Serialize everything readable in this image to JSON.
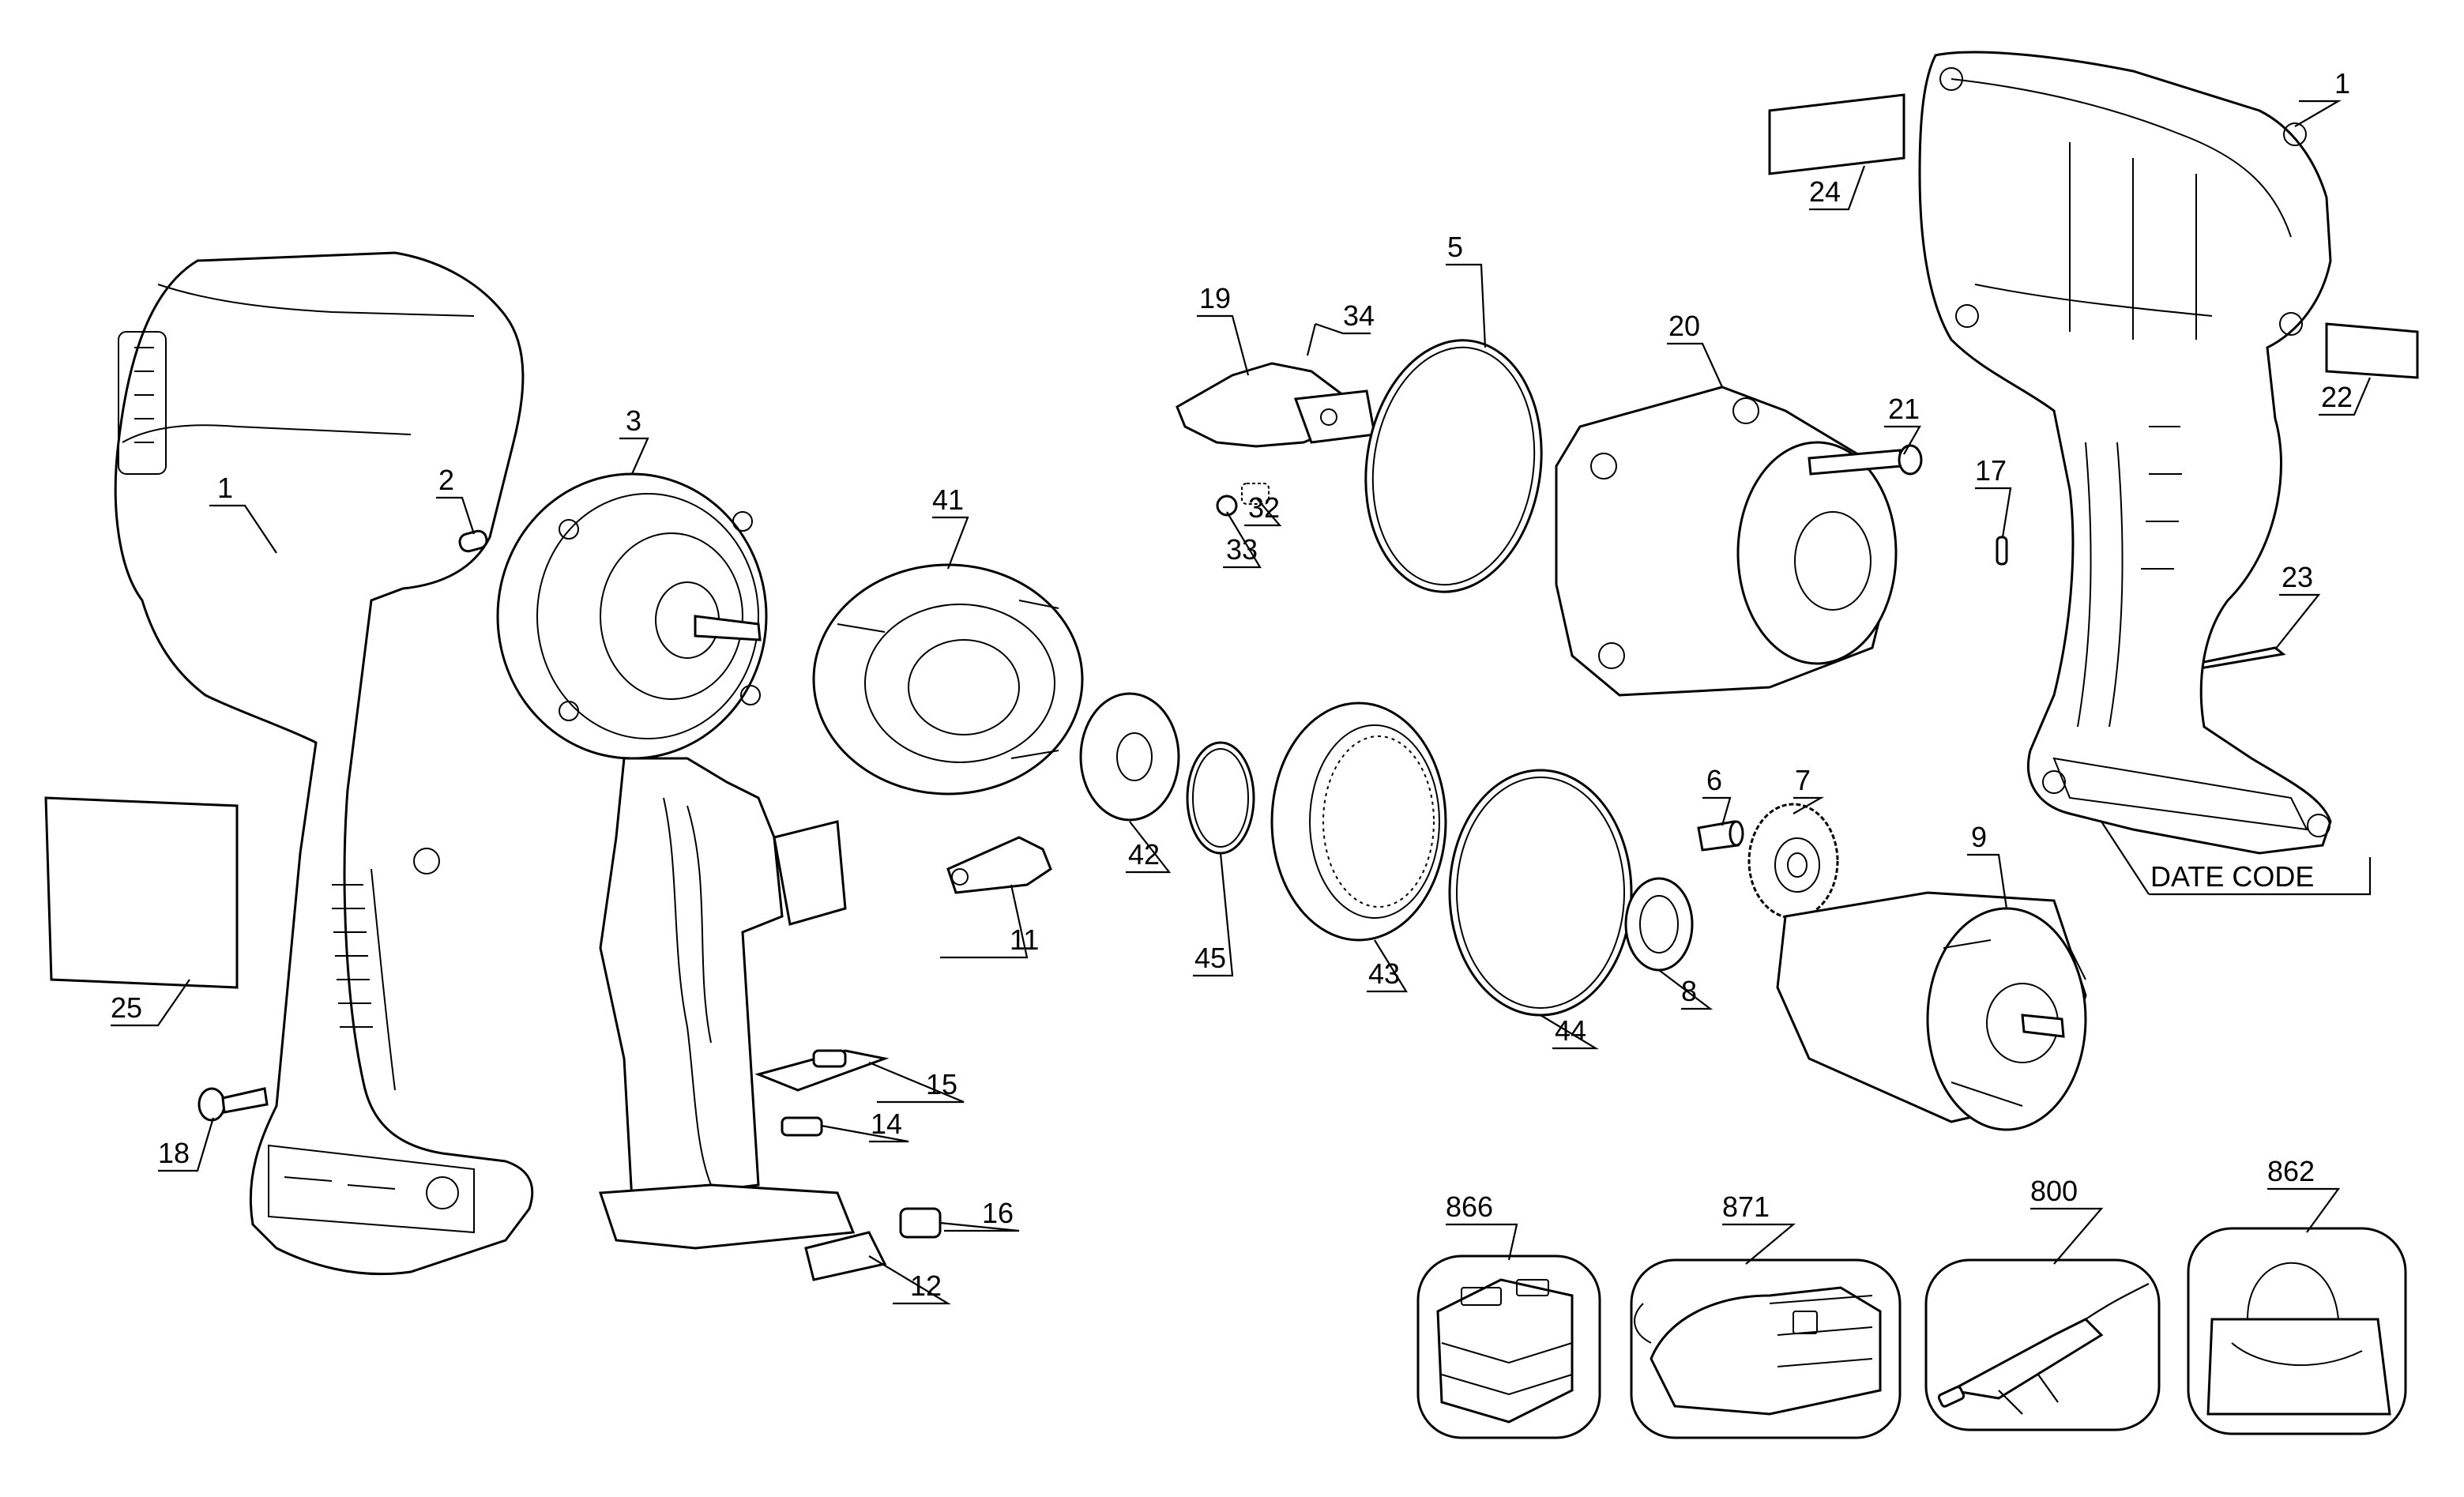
{
  "labels": {
    "p1a": "1",
    "p1b": "1",
    "p2": "2",
    "p3": "3",
    "p5": "5",
    "p6": "6",
    "p7": "7",
    "p8": "8",
    "p9": "9",
    "p11": "11",
    "p12": "12",
    "p14": "14",
    "p15": "15",
    "p16": "16",
    "p17": "17",
    "p18": "18",
    "p19": "19",
    "p20": "20",
    "p21": "21",
    "p22": "22",
    "p23": "23",
    "p24": "24",
    "p25": "25",
    "p32": "32",
    "p33": "33",
    "p34": "34",
    "p41": "41",
    "p42": "42",
    "p43": "43",
    "p44": "44",
    "p45": "45",
    "p800": "800",
    "p862": "862",
    "p866": "866",
    "p871": "871",
    "date_code": "DATE CODE"
  }
}
